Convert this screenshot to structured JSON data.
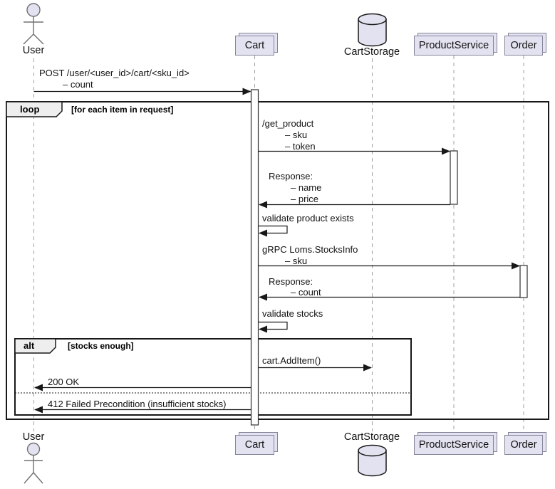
{
  "diagram": {
    "type": "uml-sequence",
    "participants": {
      "user": {
        "label": "User",
        "kind": "actor"
      },
      "cart": {
        "label": "Cart",
        "kind": "collections"
      },
      "cartstorage": {
        "label": "CartStorage",
        "kind": "database"
      },
      "productservice": {
        "label": "ProductService",
        "kind": "collections"
      },
      "order": {
        "label": "Order",
        "kind": "collections"
      }
    },
    "fragments": {
      "loop": {
        "operator": "loop",
        "guard": "[for each item in request]"
      },
      "alt": {
        "operator": "alt",
        "guard": "[stocks enough]"
      }
    },
    "messages": {
      "post_add_to_cart": {
        "from": "User",
        "to": "Cart",
        "lines": [
          "POST /user/<user_id>/cart/<sku_id>",
          "– count"
        ]
      },
      "get_product": {
        "from": "Cart",
        "to": "ProductService",
        "lines": [
          "/get_product",
          "– sku",
          "– token"
        ]
      },
      "get_product_response": {
        "from": "ProductService",
        "to": "Cart",
        "lines": [
          "Response:",
          "– name",
          "– price"
        ]
      },
      "validate_product": {
        "from": "Cart",
        "to": "Cart",
        "lines": [
          "validate product exists"
        ]
      },
      "stocks_info": {
        "from": "Cart",
        "to": "Order",
        "lines": [
          "gRPC Loms.StocksInfo",
          "– sku"
        ]
      },
      "stocks_response": {
        "from": "Order",
        "to": "Cart",
        "lines": [
          "Response:",
          "– count"
        ]
      },
      "validate_stocks": {
        "from": "Cart",
        "to": "Cart",
        "lines": [
          "validate stocks"
        ]
      },
      "add_item": {
        "from": "Cart",
        "to": "CartStorage",
        "lines": [
          "cart.AddItem()"
        ]
      },
      "ok_response": {
        "from": "Cart",
        "to": "User",
        "lines": [
          "200 OK"
        ]
      },
      "failed_response": {
        "from": "Cart",
        "to": "User",
        "lines": [
          "412 Failed Precondition (insufficient stocks)"
        ]
      }
    },
    "colors": {
      "background": "#FFFFFF",
      "participant_fill": "#E2E2F0",
      "participant_border": "#85859B",
      "lifeline": "#A0A0A0",
      "arrow": "#181818",
      "fragment_border": "#181818",
      "fragment_header_fill": "#EEEEEE",
      "activation_fill": "#FFFFFF"
    }
  }
}
